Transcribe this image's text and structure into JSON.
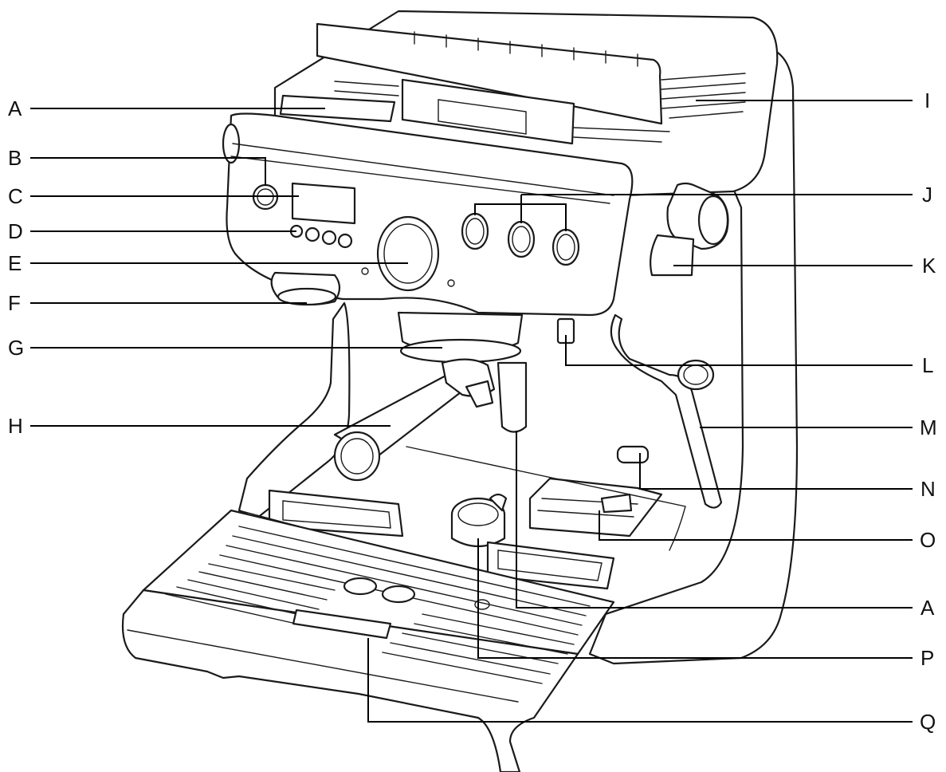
{
  "callouts": {
    "A_top": "A",
    "B": "B",
    "C": "C",
    "D": "D",
    "E": "E",
    "F": "F",
    "G": "G",
    "H": "H",
    "I": "I",
    "J": "J",
    "K": "K",
    "L": "L",
    "M": "M",
    "N": "N",
    "O": "O",
    "A_bottom": "A",
    "P": "P",
    "Q": "Q"
  }
}
